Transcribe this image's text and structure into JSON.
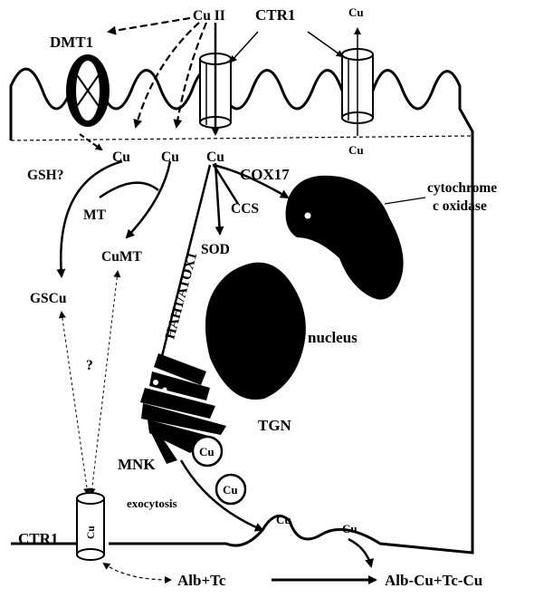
{
  "diagram": {
    "labels": {
      "cu_ii": "Cu II",
      "ctr1_top": "CTR1",
      "cu_top": "Cu",
      "dmt1": "DMT1",
      "cu_membrane_right": "Cu",
      "cu_pool_1": "Cu",
      "cu_pool_2": "Cu",
      "cu_pool_3": "Cu",
      "gsh": "GSH?",
      "cox17": "COX17",
      "cytochrome_line1": "cytochrome",
      "cytochrome_line2": "c oxidase",
      "ccs": "CCS",
      "mt": "MT",
      "sod": "SOD",
      "cumt": "CuMT",
      "gscu": "GSCu",
      "hah1": "HAH1/ATOX1",
      "nucleus": "nucleus",
      "question": "?",
      "tgn": "TGN",
      "mnk": "MNK",
      "vesicle_1": "Cu",
      "vesicle_2": "Cu",
      "exocytosis": "exocytosis",
      "cu_exo_1": "Cu",
      "cu_exo_2": "Cu",
      "ctr1_bottom": "CTR1",
      "cu_channel_bottom": "Cu",
      "alb_tc": "Alb+Tc",
      "alb_cu_tc_cu": "Alb-Cu+Tc-Cu"
    }
  }
}
